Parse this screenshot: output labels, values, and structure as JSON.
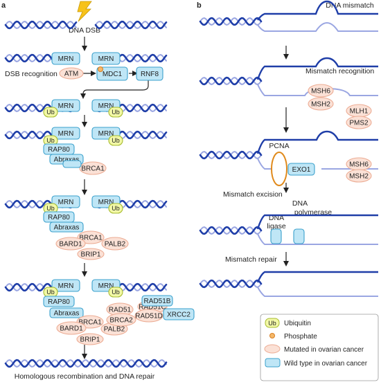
{
  "colors": {
    "dna_dark": "#1f3ea8",
    "dna_light": "#9aa6e2",
    "blue_fill": "#bfe6f6",
    "blue_stroke": "#3aa0cc",
    "pink_fill": "#fbe1d6",
    "pink_stroke": "#ecac94",
    "ub_fill": "#f2f8a6",
    "ub_stroke": "#a7bb2e",
    "phos_fill": "#f4b86a",
    "phos_stroke": "#d87d22",
    "pcna_stroke": "#e08a1c",
    "lightning": "#f7c21a"
  },
  "panel_a": {
    "label": "a",
    "dna_dsb": "DNA DSB",
    "dsb_recognition": "DSB recognition",
    "final": "Homologous recombination and DNA repair",
    "proteins": {
      "mrn": "MRN",
      "atm": "ATM",
      "mdc1": "MDC1",
      "rnf8": "RNF8",
      "ub": "Ub",
      "rap80": "RAP80",
      "abraxas": "Abraxas",
      "brca1": "BRCA1",
      "bard1": "BARD1",
      "palb2": "PALB2",
      "brip1": "BRIP1",
      "rad51": "RAD51",
      "rad51c": "RAD51C",
      "rad51b": "RAD51B",
      "brca2": "BRCA2",
      "rad51d": "RAD51D",
      "xrcc2": "XRCC2"
    }
  },
  "panel_b": {
    "label": "b",
    "dna_mismatch": "DNA mismatch",
    "mismatch_recognition": "Mismatch recognition",
    "mismatch_excision": "Mismatch excision",
    "mismatch_repair": "Mismatch repair",
    "pcna": "PCNA",
    "exo1": "EXO1",
    "msh6": "MSH6",
    "msh2": "MSH2",
    "mlh1": "MLH1",
    "pms2": "PMS2",
    "dna_ligase_1": "DNA",
    "dna_ligase_2": "ligase",
    "dna_polymerase_1": "DNA",
    "dna_polymerase_2": "polymerase"
  },
  "legend": {
    "ub": "Ub",
    "ubiquitin": "Ubiquitin",
    "phosphate": "Phosphate",
    "mutated": "Mutated in ovarian cancer",
    "wild_type": "Wild type in ovarian cancer"
  }
}
